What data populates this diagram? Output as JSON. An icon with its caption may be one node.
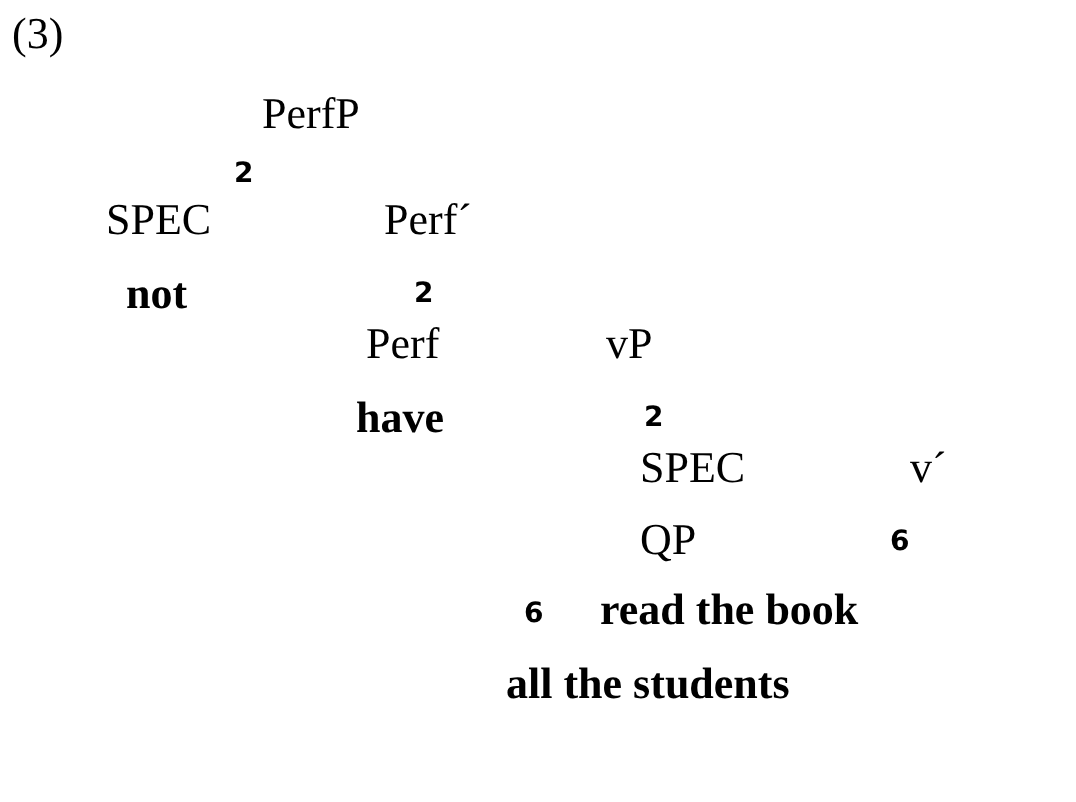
{
  "diagram": {
    "labels": [
      "(3)",
      "PerfP",
      "2",
      "SPEC",
      "Perf´",
      "not",
      "2",
      "Perf",
      "vP",
      "have",
      "2",
      "SPEC",
      "v´",
      "QP",
      "6",
      "6",
      "read the book",
      "all the students"
    ]
  }
}
